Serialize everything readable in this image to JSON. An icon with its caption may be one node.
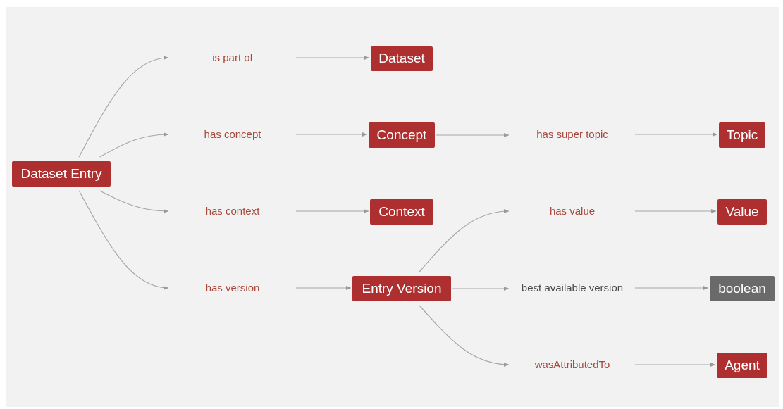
{
  "diagram": {
    "nodes": [
      {
        "text": [
          "Dataset Entry"
        ]
      },
      {
        "text": [
          "is part of"
        ]
      },
      {
        "text": [
          "Dataset"
        ]
      },
      {
        "text": [
          "has concept"
        ]
      },
      {
        "text": [
          "Concept"
        ]
      },
      {
        "text": [
          "has super topic"
        ]
      },
      {
        "text": [
          "Topic"
        ]
      },
      {
        "text": [
          "has context"
        ]
      },
      {
        "text": [
          "Context"
        ]
      },
      {
        "text": [
          "has value"
        ]
      },
      {
        "text": [
          "Value"
        ]
      },
      {
        "text": [
          "has version"
        ]
      },
      {
        "text": [
          "Entry Version"
        ]
      },
      {
        "text": [
          "best available version"
        ]
      },
      {
        "text": [
          "boolean"
        ]
      },
      {
        "text": [
          "wasAttributedTo"
        ]
      },
      {
        "text": [
          "Agent"
        ]
      }
    ],
    "edges": [
      {
        "from": 0,
        "to": 1,
        "arrow": "to"
      },
      {
        "from": 1,
        "to": 2,
        "arrow": "to"
      },
      {
        "from": 0,
        "to": 3,
        "arrow": "to"
      },
      {
        "from": 3,
        "to": 4,
        "arrow": "to"
      },
      {
        "from": 4,
        "to": 5,
        "arrow": "to"
      },
      {
        "from": 5,
        "to": 6,
        "arrow": "to"
      },
      {
        "from": 0,
        "to": 7,
        "arrow": "to"
      },
      {
        "from": 7,
        "to": 8,
        "arrow": "to"
      },
      {
        "from": 0,
        "to": 11,
        "arrow": "to"
      },
      {
        "from": 11,
        "to": 12,
        "arrow": "to"
      },
      {
        "from": 12,
        "to": 9,
        "arrow": "to"
      },
      {
        "from": 9,
        "to": 10,
        "arrow": "to"
      },
      {
        "from": 12,
        "to": 13,
        "arrow": "to"
      },
      {
        "from": 13,
        "to": 14,
        "arrow": "to"
      },
      {
        "from": 12,
        "to": 15,
        "arrow": "to"
      },
      {
        "from": 15,
        "to": 16,
        "arrow": "to"
      }
    ]
  }
}
